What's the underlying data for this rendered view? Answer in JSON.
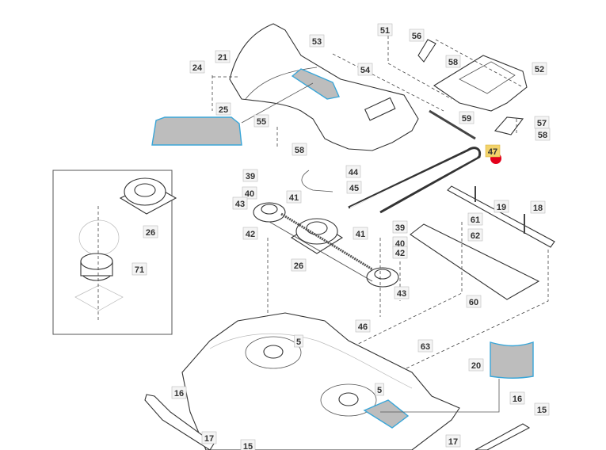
{
  "diagram": {
    "highlighted_part": "47",
    "highlight_color": "#f3d36b",
    "marker_color": "#e3001b",
    "window_fill": "#bdbdbd",
    "window_outline": "#3aa6d8",
    "labels": [
      "21",
      "24",
      "25",
      "53",
      "54",
      "55",
      "58",
      "51",
      "56",
      "58",
      "52",
      "59",
      "57",
      "58",
      "47",
      "39",
      "40",
      "41",
      "43",
      "44",
      "45",
      "19",
      "18",
      "61",
      "62",
      "26",
      "42",
      "26",
      "41",
      "39",
      "40",
      "42",
      "43",
      "60",
      "71",
      "46",
      "5",
      "63",
      "20",
      "5",
      "16",
      "16",
      "15",
      "17",
      "15",
      "17"
    ]
  }
}
